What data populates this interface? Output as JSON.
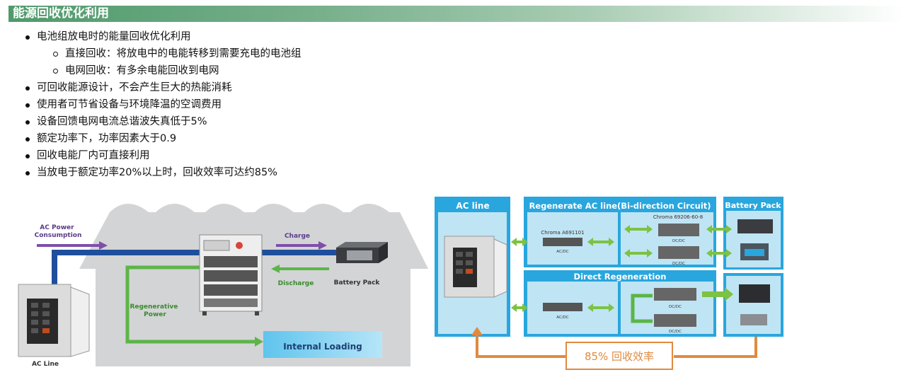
{
  "header": {
    "title": "能源回收优化利用"
  },
  "bullets": [
    {
      "level": 1,
      "text": "电池组放电时的能量回收优化利用"
    },
    {
      "level": 2,
      "text": "直接回收：将放电中的电能转移到需要充电的电池组"
    },
    {
      "level": 2,
      "text": "电网回收：有多余电能回收到电网"
    },
    {
      "level": 1,
      "text": "可回收能源设计，不会产生巨大的热能消耗"
    },
    {
      "level": 1,
      "text": "使用者可节省设备与环境降温的空调费用"
    },
    {
      "level": 1,
      "text": "设备回馈电网电流总谐波失真低于5%"
    },
    {
      "level": 1,
      "text": "额定功率下，功率因素大于0.9"
    },
    {
      "level": 1,
      "text": "回收电能厂内可直接利用"
    },
    {
      "level": 1,
      "text": "当放电于额定功率20%以上时，回收效率可达约85%"
    }
  ],
  "left_diagram": {
    "ac_power_label": "AC Power\nConsumption",
    "charge_label": "Charge",
    "discharge_label": "Discharge",
    "battery_pack_label": "Battery Pack",
    "regenerative_label": "Regenerative\nPower",
    "internal_loading_label": "Internal Loading",
    "ac_line_label": "AC Line"
  },
  "right_diagram": {
    "ac_line_header": "AC line",
    "regen_header": "Regenerate AC line(Bi-direction Circuit)",
    "battery_header": "Battery Pack",
    "direct_header": "Direct Regeneration",
    "chroma_a_label": "Chroma A691101",
    "chroma_b_label": "Chroma 69206-60-8",
    "acdc_label": "AC/DC",
    "dcdc_label": "DC/DC",
    "efficiency_label": "85% 回收效率"
  },
  "colors": {
    "title_green": "#4f9a6c",
    "flow_blue": "#1f4f9c",
    "flow_green": "#5cb548",
    "flow_purple": "#7e4fa8",
    "panel_blue": "#29a6dd",
    "efficiency_orange": "#e08a40"
  }
}
